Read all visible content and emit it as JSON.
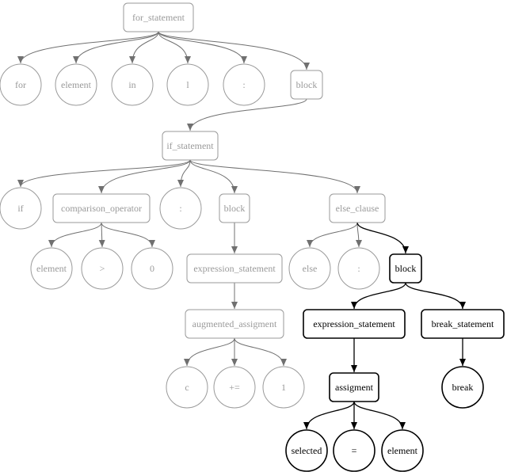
{
  "colors": {
    "faded_stroke": "#9a9a9a",
    "faded_text": "#9a9a9a",
    "faded_edge": "#707070",
    "active_stroke": "#000000",
    "active_text": "#000000",
    "node_fill": "#ffffff"
  },
  "nodes": [
    {
      "id": "for_statement",
      "label": "for_statement",
      "shape": "rect",
      "state": "faded"
    },
    {
      "id": "for_kw",
      "label": "for",
      "shape": "circle",
      "state": "faded"
    },
    {
      "id": "for_element",
      "label": "element",
      "shape": "circle",
      "state": "faded"
    },
    {
      "id": "for_in",
      "label": "in",
      "shape": "circle",
      "state": "faded"
    },
    {
      "id": "for_l",
      "label": "l",
      "shape": "circle",
      "state": "faded"
    },
    {
      "id": "for_colon",
      "label": ":",
      "shape": "circle",
      "state": "faded"
    },
    {
      "id": "block1",
      "label": "block",
      "shape": "rect",
      "state": "faded"
    },
    {
      "id": "if_statement",
      "label": "if_statement",
      "shape": "rect",
      "state": "faded"
    },
    {
      "id": "if_kw",
      "label": "if",
      "shape": "circle",
      "state": "faded"
    },
    {
      "id": "comparison_operator",
      "label": "comparison_operator",
      "shape": "rect",
      "state": "faded"
    },
    {
      "id": "if_colon",
      "label": ":",
      "shape": "circle",
      "state": "faded"
    },
    {
      "id": "block2",
      "label": "block",
      "shape": "rect",
      "state": "faded"
    },
    {
      "id": "else_clause",
      "label": "else_clause",
      "shape": "rect",
      "state": "faded"
    },
    {
      "id": "cmp_element",
      "label": "element",
      "shape": "circle",
      "state": "faded"
    },
    {
      "id": "cmp_gt",
      "label": ">",
      "shape": "circle",
      "state": "faded"
    },
    {
      "id": "cmp_zero",
      "label": "0",
      "shape": "circle",
      "state": "faded"
    },
    {
      "id": "expr_stmt1",
      "label": "expression_statement",
      "shape": "rect",
      "state": "faded"
    },
    {
      "id": "aug_assign",
      "label": "augmented_assigment",
      "shape": "rect",
      "state": "faded"
    },
    {
      "id": "aug_c",
      "label": "c",
      "shape": "circle",
      "state": "faded"
    },
    {
      "id": "aug_op",
      "label": "+=",
      "shape": "circle",
      "state": "faded"
    },
    {
      "id": "aug_one",
      "label": "1",
      "shape": "circle",
      "state": "faded"
    },
    {
      "id": "else_kw",
      "label": "else",
      "shape": "circle",
      "state": "faded"
    },
    {
      "id": "else_colon",
      "label": ":",
      "shape": "circle",
      "state": "faded"
    },
    {
      "id": "block3",
      "label": "block",
      "shape": "rect",
      "state": "active"
    },
    {
      "id": "expr_stmt2",
      "label": "expression_statement",
      "shape": "rect",
      "state": "active"
    },
    {
      "id": "break_stmt",
      "label": "break_statement",
      "shape": "rect",
      "state": "active"
    },
    {
      "id": "assigment",
      "label": "assigment",
      "shape": "rect",
      "state": "active"
    },
    {
      "id": "break_kw",
      "label": "break",
      "shape": "circle",
      "state": "active"
    },
    {
      "id": "asg_selected",
      "label": "selected",
      "shape": "circle",
      "state": "active"
    },
    {
      "id": "asg_eq",
      "label": "=",
      "shape": "circle",
      "state": "active"
    },
    {
      "id": "asg_element",
      "label": "element",
      "shape": "circle",
      "state": "active"
    }
  ],
  "edges": [
    {
      "from": "for_statement",
      "to": "for_kw",
      "state": "faded"
    },
    {
      "from": "for_statement",
      "to": "for_element",
      "state": "faded"
    },
    {
      "from": "for_statement",
      "to": "for_in",
      "state": "faded"
    },
    {
      "from": "for_statement",
      "to": "for_l",
      "state": "faded"
    },
    {
      "from": "for_statement",
      "to": "for_colon",
      "state": "faded"
    },
    {
      "from": "for_statement",
      "to": "block1",
      "state": "faded"
    },
    {
      "from": "block1",
      "to": "if_statement",
      "state": "faded"
    },
    {
      "from": "if_statement",
      "to": "if_kw",
      "state": "faded"
    },
    {
      "from": "if_statement",
      "to": "comparison_operator",
      "state": "faded"
    },
    {
      "from": "if_statement",
      "to": "if_colon",
      "state": "faded"
    },
    {
      "from": "if_statement",
      "to": "block2",
      "state": "faded"
    },
    {
      "from": "if_statement",
      "to": "else_clause",
      "state": "faded"
    },
    {
      "from": "comparison_operator",
      "to": "cmp_element",
      "state": "faded"
    },
    {
      "from": "comparison_operator",
      "to": "cmp_gt",
      "state": "faded"
    },
    {
      "from": "comparison_operator",
      "to": "cmp_zero",
      "state": "faded"
    },
    {
      "from": "block2",
      "to": "expr_stmt1",
      "state": "faded"
    },
    {
      "from": "expr_stmt1",
      "to": "aug_assign",
      "state": "faded"
    },
    {
      "from": "aug_assign",
      "to": "aug_c",
      "state": "faded"
    },
    {
      "from": "aug_assign",
      "to": "aug_op",
      "state": "faded"
    },
    {
      "from": "aug_assign",
      "to": "aug_one",
      "state": "faded"
    },
    {
      "from": "else_clause",
      "to": "else_kw",
      "state": "faded"
    },
    {
      "from": "else_clause",
      "to": "else_colon",
      "state": "faded"
    },
    {
      "from": "else_clause",
      "to": "block3",
      "state": "active"
    },
    {
      "from": "block3",
      "to": "expr_stmt2",
      "state": "active"
    },
    {
      "from": "block3",
      "to": "break_stmt",
      "state": "active"
    },
    {
      "from": "expr_stmt2",
      "to": "assigment",
      "state": "active"
    },
    {
      "from": "break_stmt",
      "to": "break_kw",
      "state": "active"
    },
    {
      "from": "assigment",
      "to": "asg_selected",
      "state": "active"
    },
    {
      "from": "assigment",
      "to": "asg_eq",
      "state": "active"
    },
    {
      "from": "assigment",
      "to": "asg_element",
      "state": "active"
    }
  ]
}
